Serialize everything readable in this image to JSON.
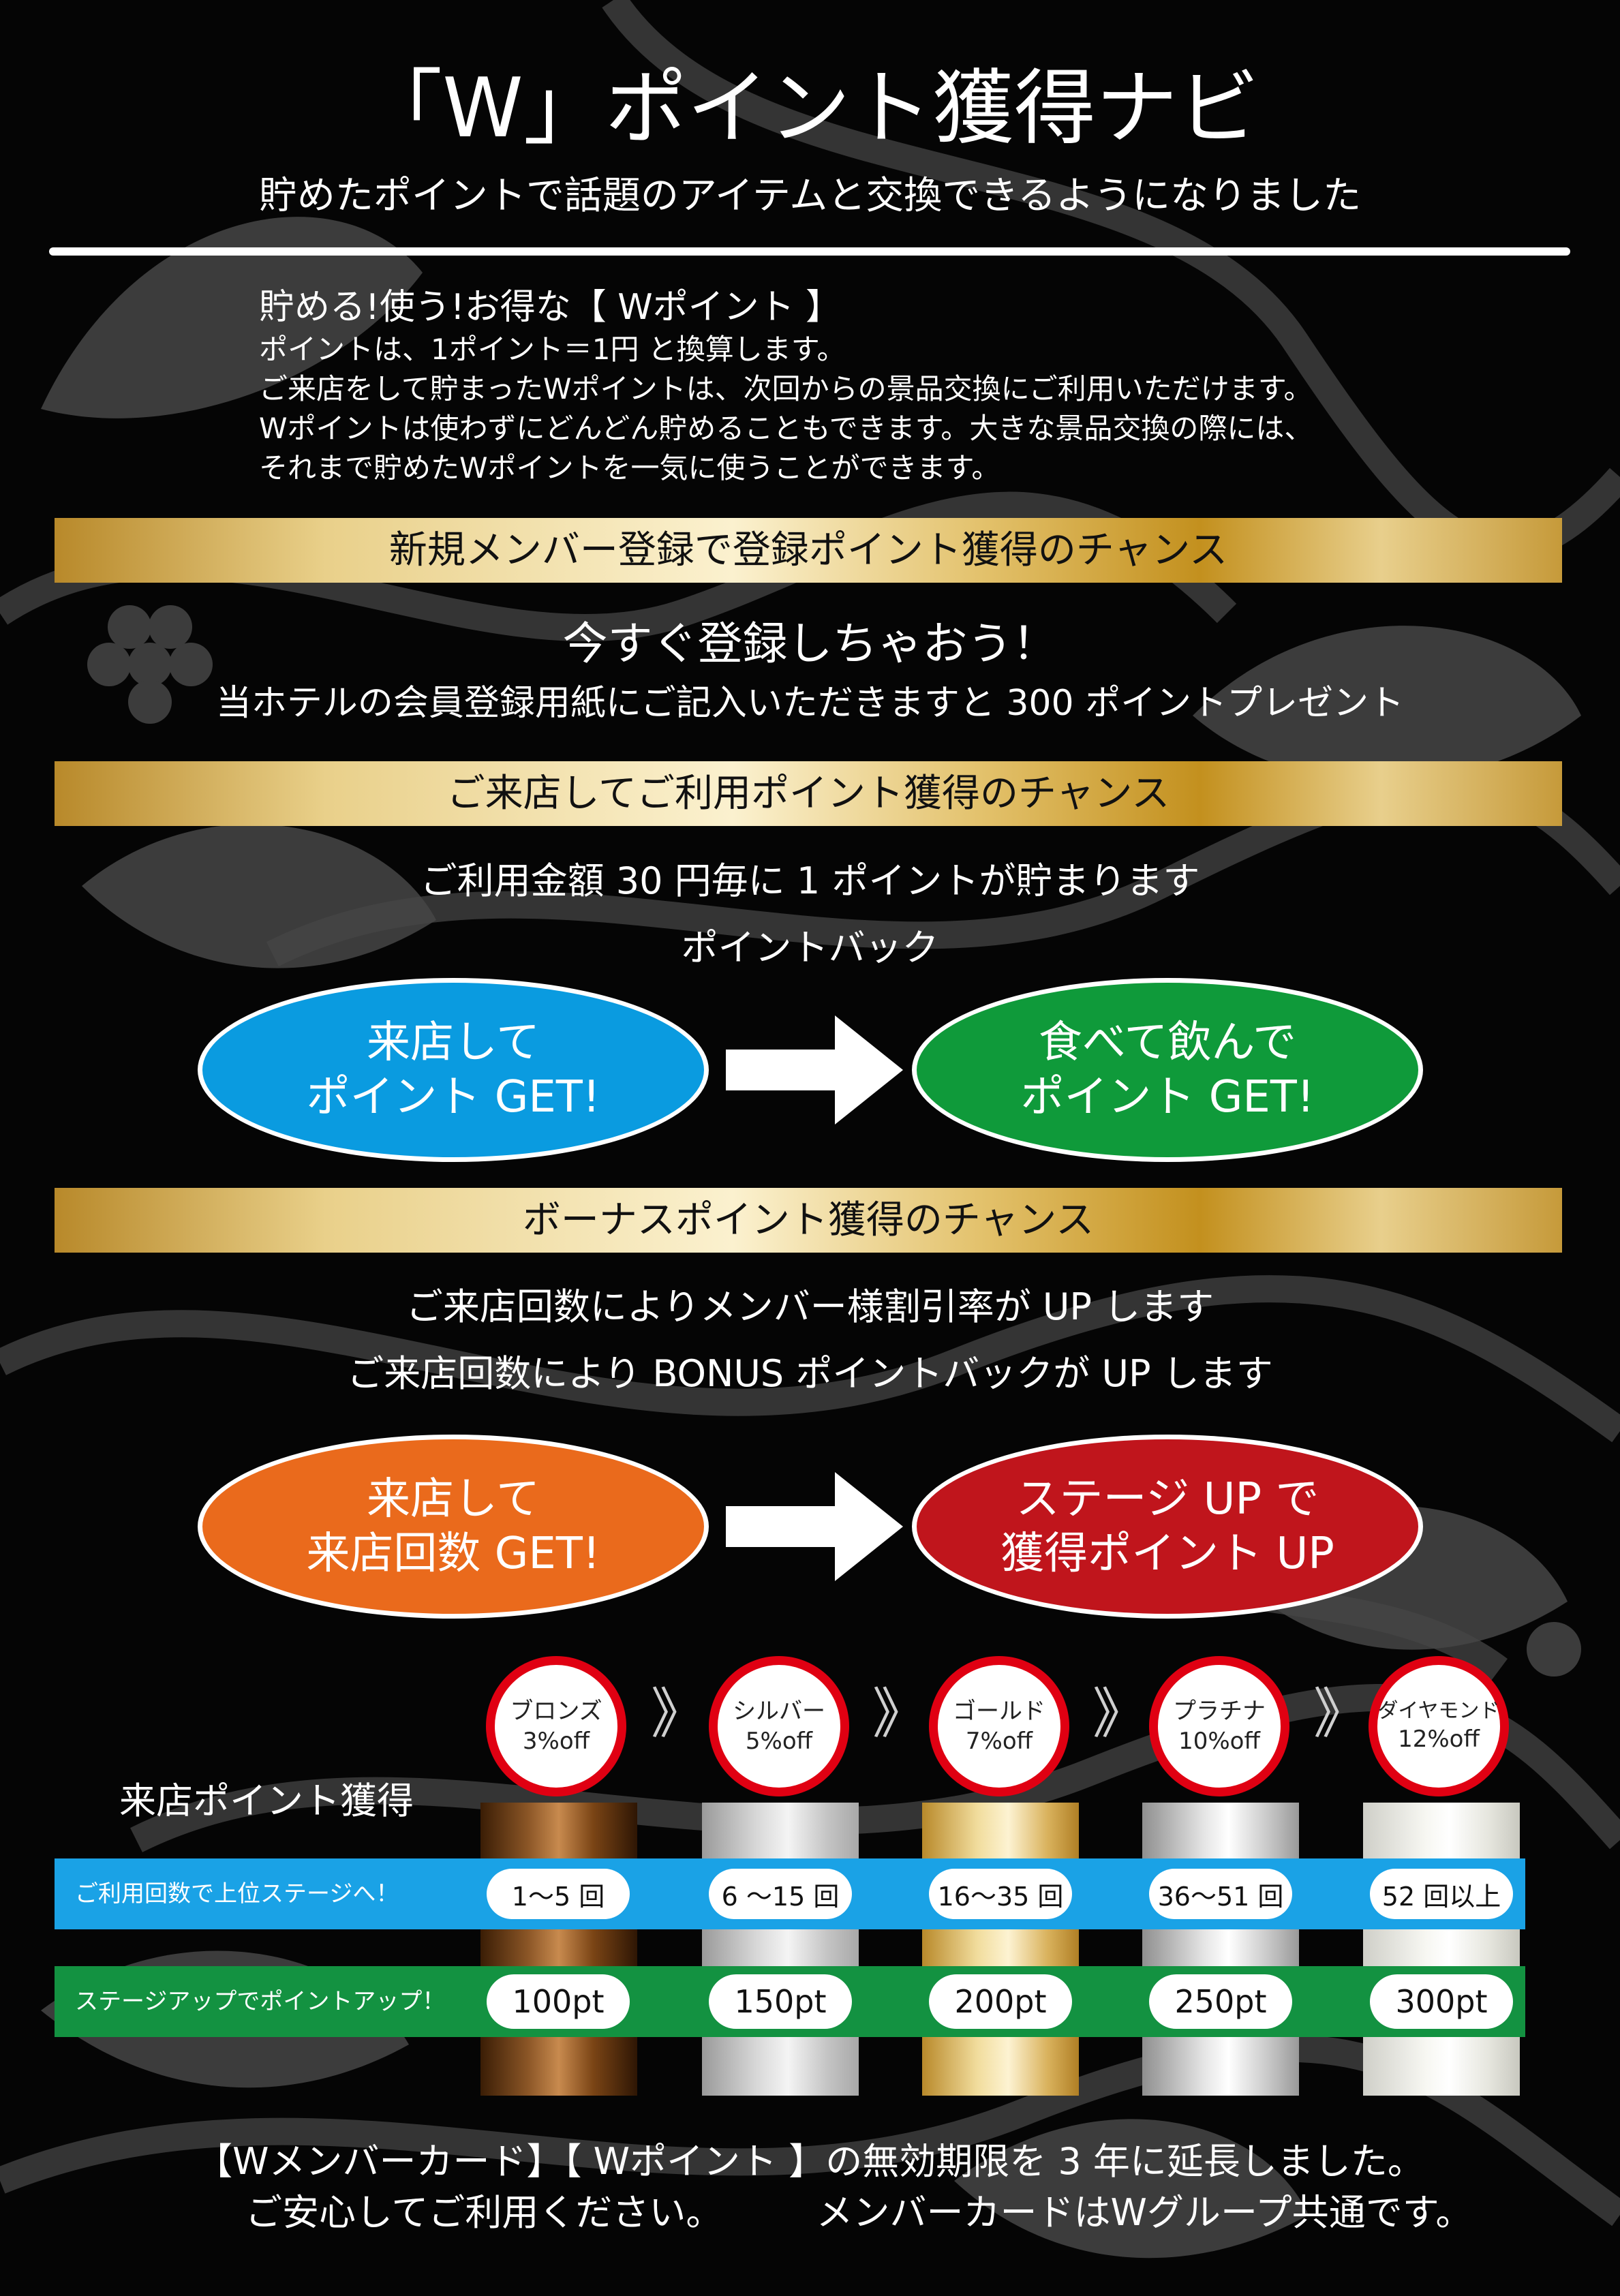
{
  "header": {
    "title": "「W」ポイント獲得ナビ",
    "subtitle": "貯めたポイントで話題のアイテムと交換できるようになりました"
  },
  "intro": {
    "heading": "貯める!使う!お得な【 Wポイント 】",
    "lines": [
      "ポイントは、1ポイント＝1円 と換算します。",
      "ご来店をして貯まったWポイントは、次回からの景品交換にご利用いただけます。",
      "Wポイントは使わずにどんどん貯めることもできます。大きな景品交換の際には、",
      "それまで貯めたWポイントを一気に使うことができます。"
    ]
  },
  "section1": {
    "bar_label": "新規メンバー登録で登録ポイント獲得のチャンス",
    "headline": "今すぐ登録しちゃおう！",
    "text": "当ホテルの会員登録用紙にご記入いただきますと 300 ポイントプレゼント"
  },
  "section2": {
    "bar_label": "ご来店してご利用ポイント獲得のチャンス",
    "line1": "ご利用金額 30 円毎に 1 ポイントが貯まります",
    "line2": "ポイントバック",
    "oval_left": [
      "来店して",
      "ポイント GET!"
    ],
    "oval_right": [
      "食べて飲んで",
      "ポイント GET!"
    ]
  },
  "section3": {
    "bar_label": "ボーナスポイント獲得のチャンス",
    "line1": "ご来店回数によりメンバー様割引率が UP します",
    "line2": "ご来店回数により BONUS ポイントバックが UP します",
    "oval_left": [
      "来店して",
      "来店回数 GET!"
    ],
    "oval_right": [
      "ステージ UP で",
      "獲得ポイント UP"
    ]
  },
  "stages": {
    "row_title": "来店ポイント獲得",
    "band1_label": "ご利用回数で上位ステージへ！",
    "band2_label": "ステージアップでポイントアップ！",
    "items": [
      {
        "name": "ブロンズ",
        "discount": "3%off",
        "visits": "1～5 回",
        "points": "100pt"
      },
      {
        "name": "シルバー",
        "discount": "5%off",
        "visits": "6 ～15 回",
        "points": "150pt"
      },
      {
        "name": "ゴールド",
        "discount": "7%off",
        "visits": "16～35 回",
        "points": "200pt"
      },
      {
        "name": "プラチナ",
        "discount": "10%off",
        "visits": "36～51 回",
        "points": "250pt"
      },
      {
        "name": "ダイヤモンド",
        "discount": "12%off",
        "visits": "52 回以上",
        "points": "300pt"
      }
    ]
  },
  "footer": {
    "line1": "【Wメンバーカード】【 Wポイント 】の無効期限を 3 年に延長しました。",
    "line2a": "ご安心してご利用ください。",
    "line2b": "メンバーカードはWグループ共通です。"
  },
  "colors": {
    "oval_blue": "#0a9be0",
    "oval_green": "#0f9a3a",
    "oval_orange": "#ea6a1c",
    "oval_red": "#c0151c",
    "band_blue": "#1aa2e6",
    "band_green": "#139241",
    "badge_ring": "#e00012"
  }
}
